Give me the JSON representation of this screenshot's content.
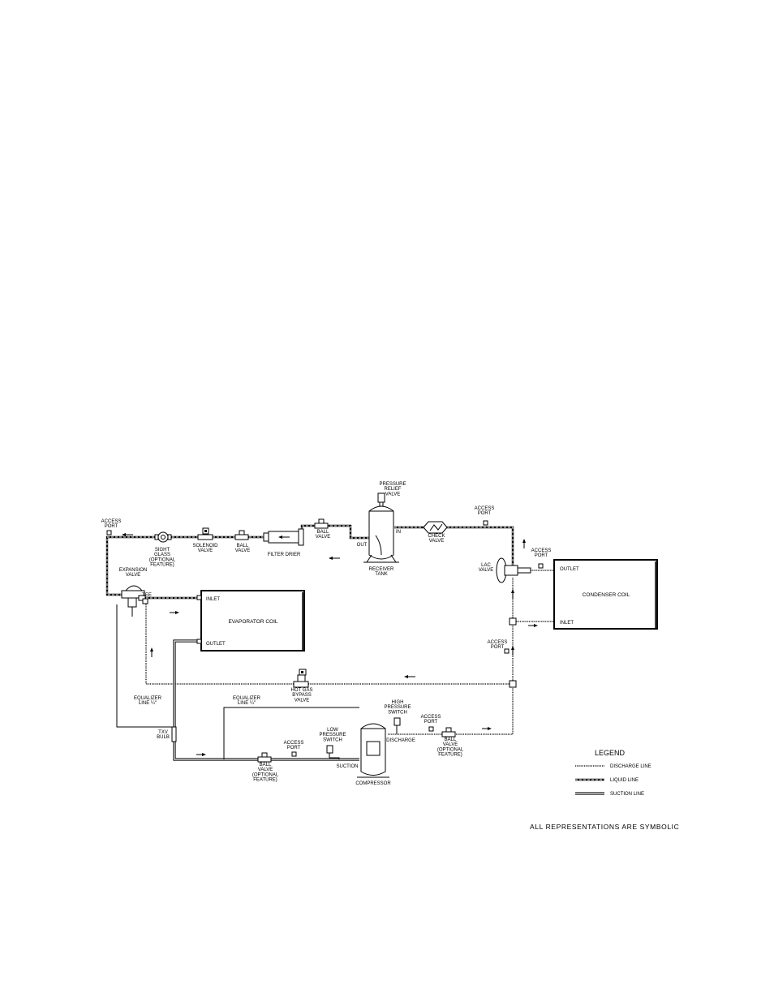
{
  "components": {
    "access_port_top_left": "ACCESS\nPORT",
    "sight_glass": "SIGHT\nGLASS\n(OPTIONAL\nFEATURE)",
    "solenoid_valve": "SOLENOID\nVALVE",
    "ball_valve_liquid": "BALL\nVALVE",
    "filter_drier": "FILTER DRIER",
    "ball_valve_receiver": "BALL\nVALVE",
    "pressure_relief_valve": "PRESSURE\nRELIEF\nVALVE",
    "receiver_out": "OUT",
    "receiver_in": "IN",
    "receiver_tank": "RECEIVER\nTANK",
    "check_valve": "CHECK\nVALVE",
    "access_port_top_right": "ACCESS\nPORT",
    "access_port_condenser": "ACCESS\nPORT",
    "lac_valve": "LAC\nVALVE",
    "expansion_valve": "EXPANSION\nVALVE",
    "tee": "TEE",
    "access_port_right_mid": "ACCESS\nPORT",
    "hot_gas_bypass_valve": "HOT GAS\nBYPASS\nVALVE",
    "equalizer_line_left": "EQUALIZER\nLINE ¼\"",
    "equalizer_line_mid": "EQUALIZER\nLINE ¼\"",
    "txv_bulb": "TXV\nBULB",
    "ball_valve_suction": "BALL\nVALVE\n(OPTIONAL\nFEATURE)",
    "access_port_suction": "ACCESS\nPORT",
    "low_pressure_switch": "LOW\nPRESSURE\nSWITCH",
    "suction": "SUCTION",
    "compressor": "COMPRESSOR",
    "high_pressure_switch": "HIGH\nPRESSURE\nSWITCH",
    "discharge": "DISCHARGE",
    "access_port_discharge": "ACCESS\nPORT",
    "ball_valve_discharge": "BALL\nVALVE\n(OPTIONAL\nFEATURE)"
  },
  "evaporator": {
    "title": "EVAPORATOR COIL",
    "inlet": "INLET",
    "outlet": "OUTLET"
  },
  "condenser": {
    "title": "CONDENSER COIL",
    "inlet": "INLET",
    "outlet": "OUTLET"
  },
  "legend": {
    "title": "LEGEND",
    "discharge_line": "DISCHARGE LINE",
    "liquid_line": "LIQUID LINE",
    "suction_line": "SUCTION LINE"
  },
  "note": "ALL REPRESENTATIONS ARE SYMBOLIC"
}
